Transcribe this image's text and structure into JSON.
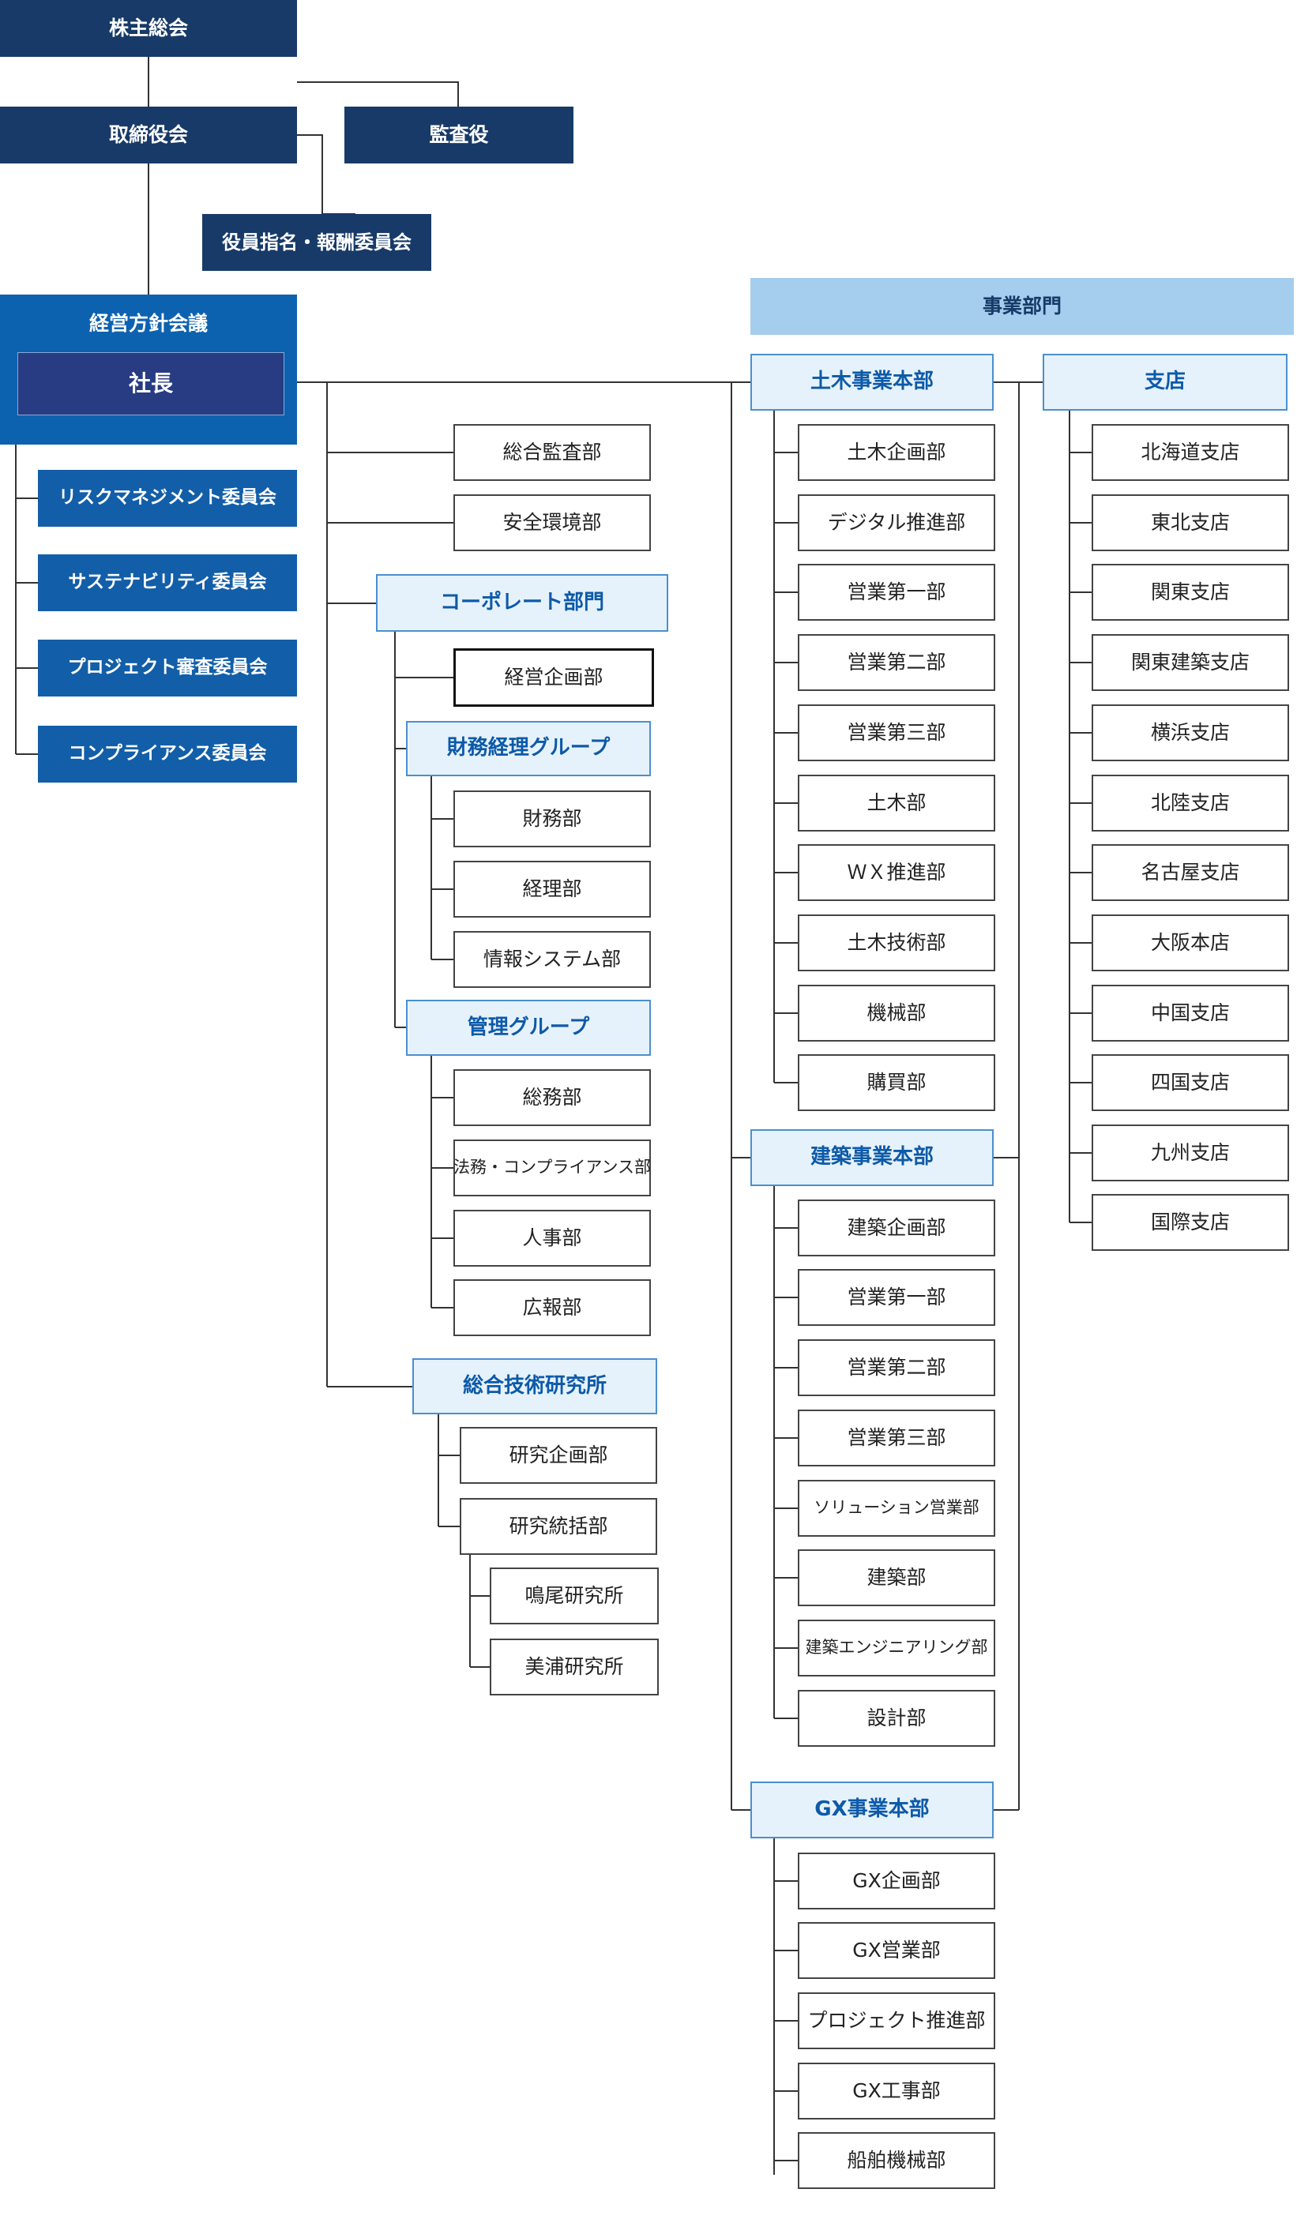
{
  "governance": {
    "shareholders": "株主総会",
    "board": "取締役会",
    "auditor": "監査役",
    "nomination": "役員指名・報酬委員会",
    "management_council": "経営方針会議",
    "president": "社長"
  },
  "committees": [
    "リスクマネジメント委員会",
    "サステナビリティ委員会",
    "プロジェクト審査委員会",
    "コンプライアンス委員会"
  ],
  "hq": {
    "audit": "総合監査部",
    "safety": "安全環境部",
    "corporate": "コーポレート部門",
    "planning": "経営企画部",
    "finance_group": "財務経理グループ",
    "finance_units": [
      "財務部",
      "経理部",
      "情報システム部"
    ],
    "admin_group": "管理グループ",
    "admin_units": [
      "総務部",
      "法務・コンプライアンス部",
      "人事部",
      "広報部"
    ],
    "research": "総合技術研究所",
    "research_units": [
      "研究企画部",
      "研究統括部"
    ],
    "labs": [
      "鳴尾研究所",
      "美浦研究所"
    ]
  },
  "business": {
    "header": "事業部門",
    "civil": "土木事業本部",
    "civil_units": [
      "土木企画部",
      "デジタル推進部",
      "営業第一部",
      "営業第二部",
      "営業第三部",
      "土木部",
      "ＷＸ推進部",
      "土木技術部",
      "機械部",
      "購買部"
    ],
    "building": "建築事業本部",
    "building_units": [
      "建築企画部",
      "営業第一部",
      "営業第二部",
      "営業第三部",
      "ソリューション営業部",
      "建築部",
      "建築エンジニアリング部",
      "設計部"
    ],
    "gx": "GX事業本部",
    "gx_units": [
      "GX企画部",
      "GX営業部",
      "プロジェクト推進部",
      "GX工事部",
      "船舶機械部"
    ],
    "branches": "支店",
    "branch_units": [
      "北海道支店",
      "東北支店",
      "関東支店",
      "関東建築支店",
      "横浜支店",
      "北陸支店",
      "名古屋支店",
      "大阪本店",
      "中国支店",
      "四国支店",
      "九州支店",
      "国際支店"
    ]
  }
}
